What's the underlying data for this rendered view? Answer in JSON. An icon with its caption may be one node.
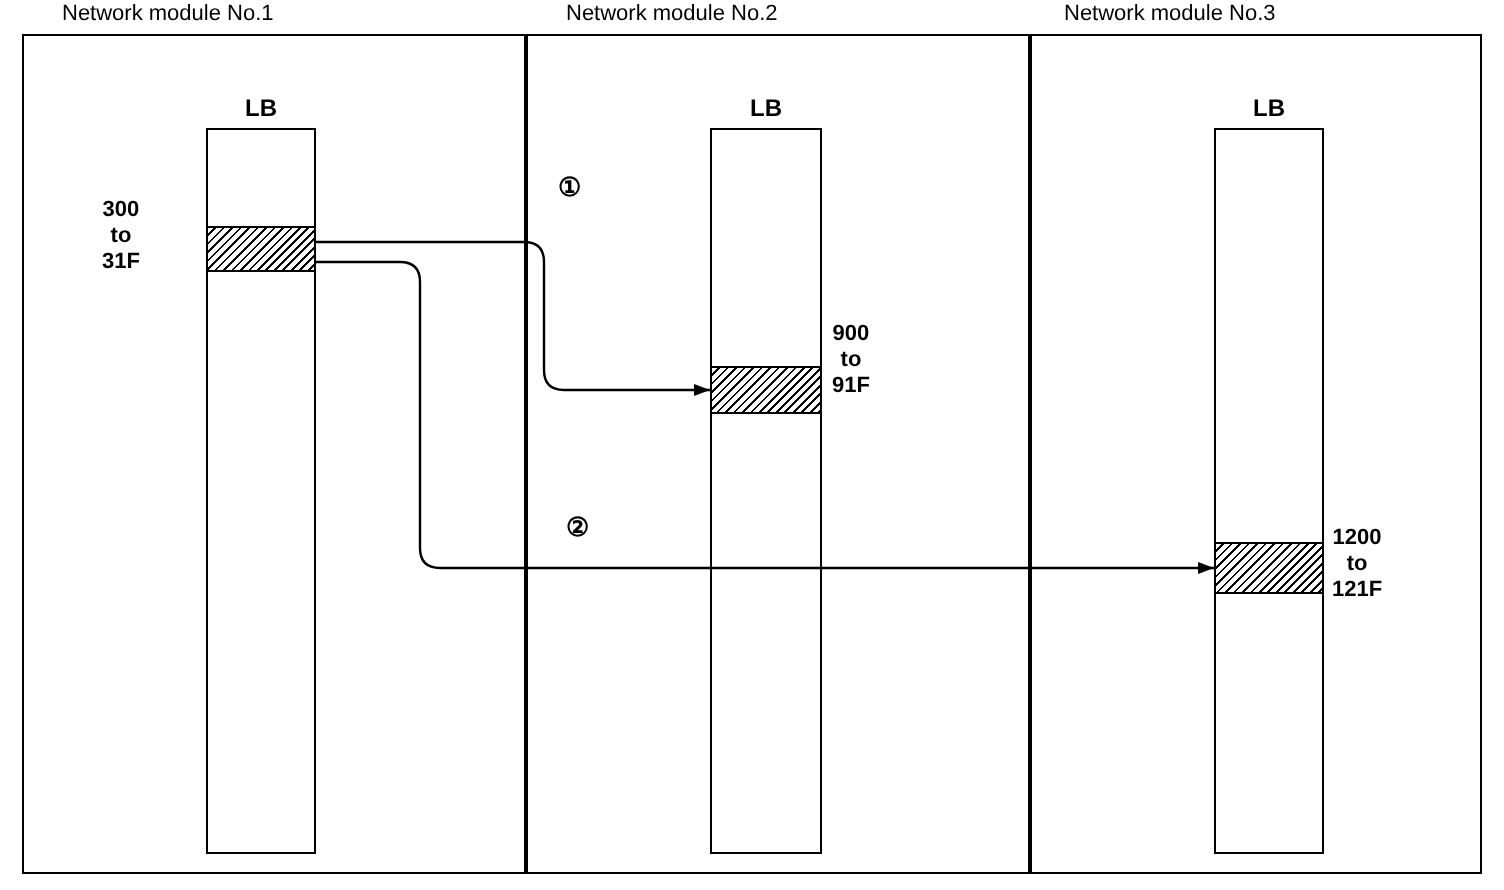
{
  "diagram": {
    "nodes": [
      {
        "text": [
          "Network module No.1"
        ]
      },
      {
        "text": [
          "LB"
        ],
        "in": 0
      },
      {
        "text": [],
        "shape": "bar",
        "in": 1,
        "beside": [
          "300 to 31F"
        ]
      },
      {
        "text": [
          "Network module No.2"
        ]
      },
      {
        "text": [
          "LB"
        ],
        "in": 3
      },
      {
        "text": [],
        "shape": "bar",
        "in": 4,
        "beside": [
          "900 to 91F"
        ]
      },
      {
        "text": [
          "Network module No.3"
        ]
      },
      {
        "text": [
          "LB"
        ],
        "in": 6
      },
      {
        "text": [],
        "shape": "bar",
        "in": 7,
        "beside": [
          "1200 to 121F"
        ]
      }
    ],
    "edges": [
      {
        "from": 2,
        "to": 5,
        "arrow": "to",
        "label": "①"
      },
      {
        "from": 2,
        "to": 8,
        "arrow": "to",
        "label": "②"
      }
    ]
  }
}
